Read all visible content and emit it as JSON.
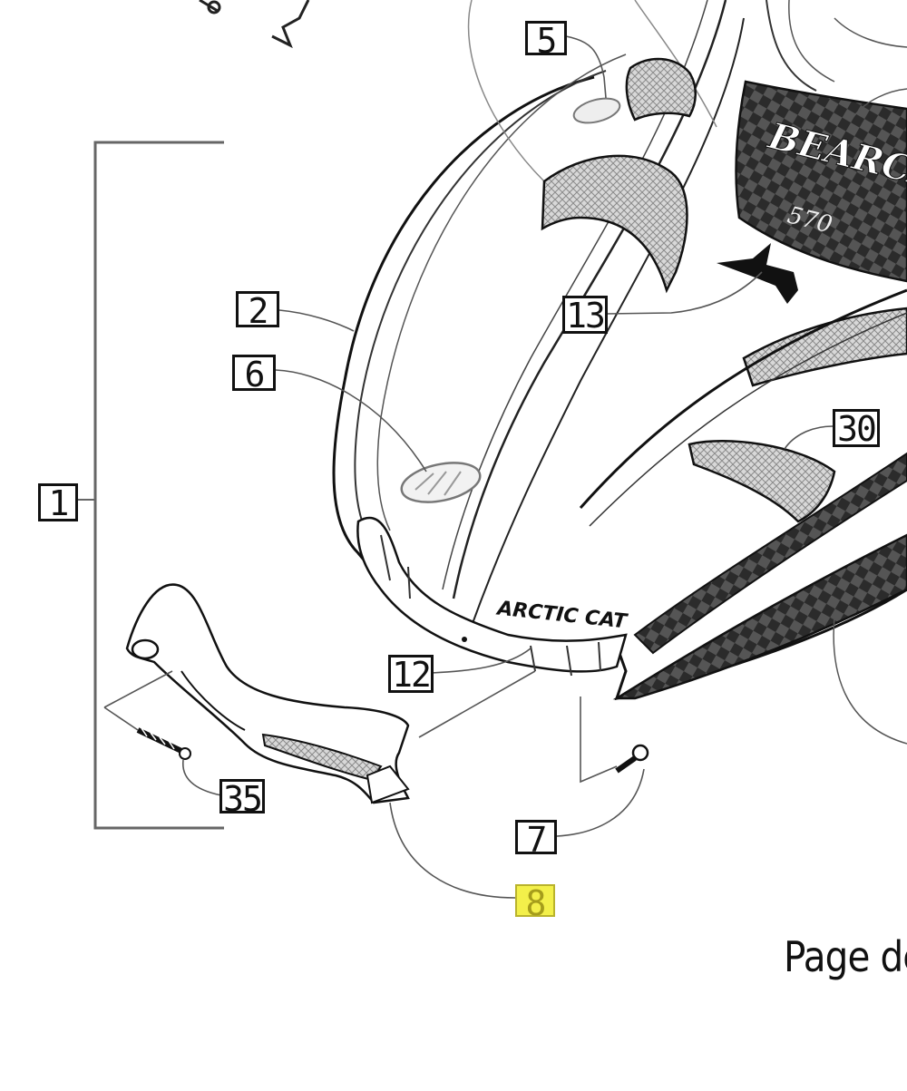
{
  "callouts": [
    {
      "id": "c1",
      "label": "1"
    },
    {
      "id": "c2",
      "label": "2"
    },
    {
      "id": "c5",
      "label": "5"
    },
    {
      "id": "c6",
      "label": "6"
    },
    {
      "id": "c7",
      "label": "7"
    },
    {
      "id": "c8",
      "label": "8",
      "highlighted": true
    },
    {
      "id": "c12",
      "label": "12"
    },
    {
      "id": "c13",
      "label": "13"
    },
    {
      "id": "c30",
      "label": "30"
    },
    {
      "id": "c35",
      "label": "35"
    }
  ],
  "brand_text": "ARCTIC CAT",
  "model_text": "BEARCAT",
  "model_sub_text": "570",
  "footer_text": "Page de",
  "colors": {
    "highlight": "#f3f04a",
    "line": "#111111",
    "leader": "#555555",
    "decal": "#2a2a2a"
  }
}
